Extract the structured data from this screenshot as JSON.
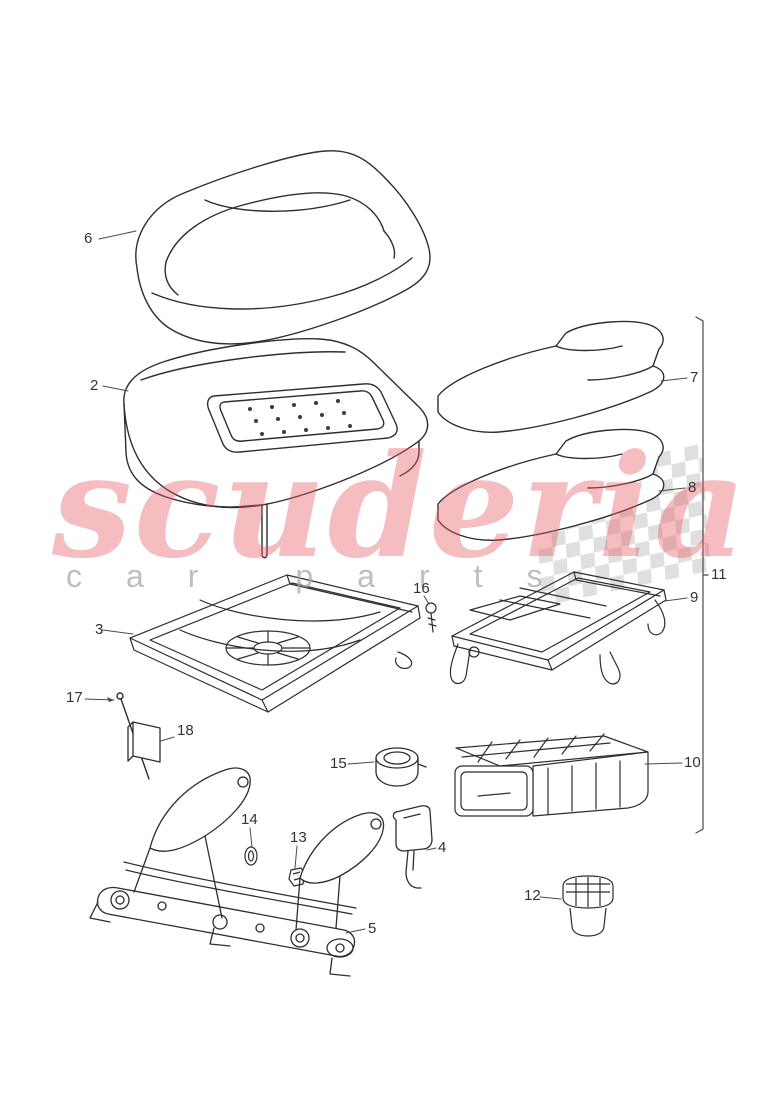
{
  "watermark": {
    "title": "scuderia",
    "subtitle": "car parts",
    "title_color": "#e95a64",
    "subtitle_color": "#a8a8a8"
  },
  "diagram": {
    "line_color": "#2e2e2e",
    "callouts": [
      {
        "id": "6"
      },
      {
        "id": "2"
      },
      {
        "id": "7"
      },
      {
        "id": "8"
      },
      {
        "id": "11"
      },
      {
        "id": "3"
      },
      {
        "id": "16"
      },
      {
        "id": "9"
      },
      {
        "id": "17"
      },
      {
        "id": "18"
      },
      {
        "id": "15"
      },
      {
        "id": "10"
      },
      {
        "id": "14"
      },
      {
        "id": "13"
      },
      {
        "id": "4"
      },
      {
        "id": "5"
      },
      {
        "id": "12"
      }
    ]
  }
}
